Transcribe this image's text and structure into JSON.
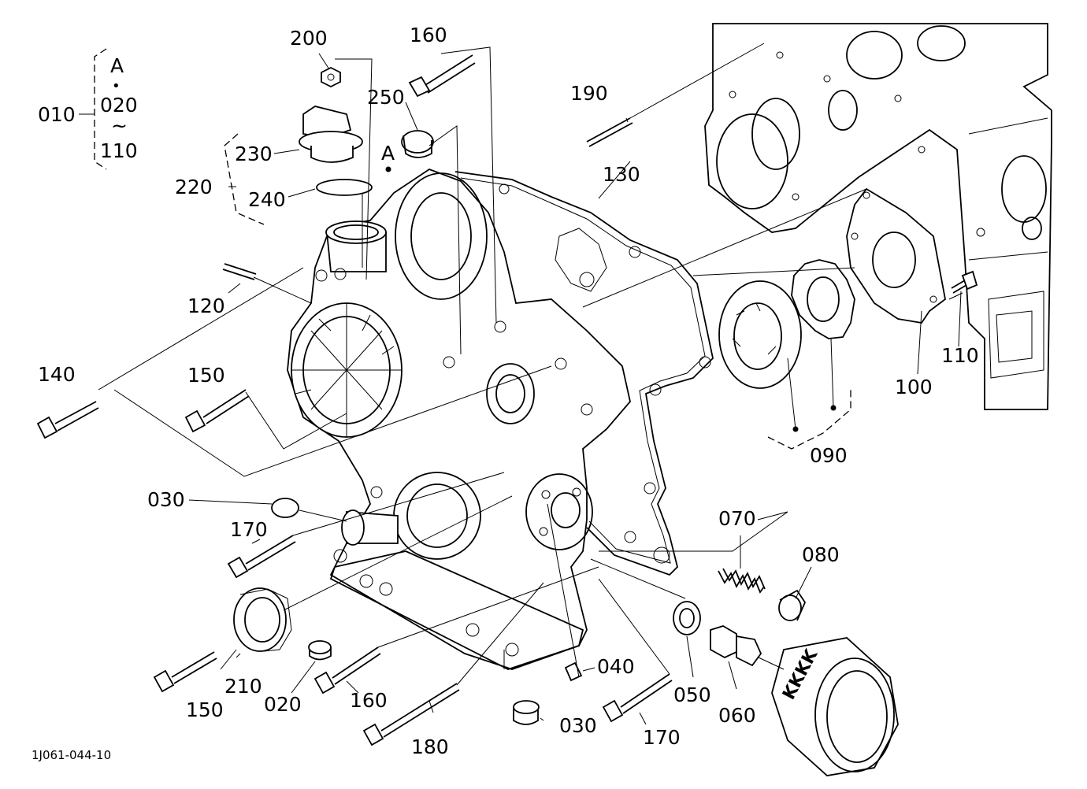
{
  "document_code": "1J061-044-10",
  "group": {
    "number": "010",
    "range_top": "A",
    "range_dot": "•",
    "range_from": "020",
    "range_tilde": "~",
    "range_to": "110"
  },
  "ref_marker": "A",
  "callouts": {
    "c020": "020",
    "c030a": "030",
    "c030b": "030",
    "c040": "040",
    "c050": "050",
    "c060": "060",
    "c070": "070",
    "c080": "080",
    "c090": "090",
    "c100": "100",
    "c110": "110",
    "c120": "120",
    "c130": "130",
    "c140": "140",
    "c150a": "150",
    "c150b": "150",
    "c160a": "160",
    "c160b": "160",
    "c170a": "170",
    "c170b": "170",
    "c180": "180",
    "c190": "190",
    "c200": "200",
    "c210": "210",
    "c220": "220",
    "c230": "230",
    "c240": "240",
    "c250": "250"
  },
  "filter_marking": "KKKK"
}
